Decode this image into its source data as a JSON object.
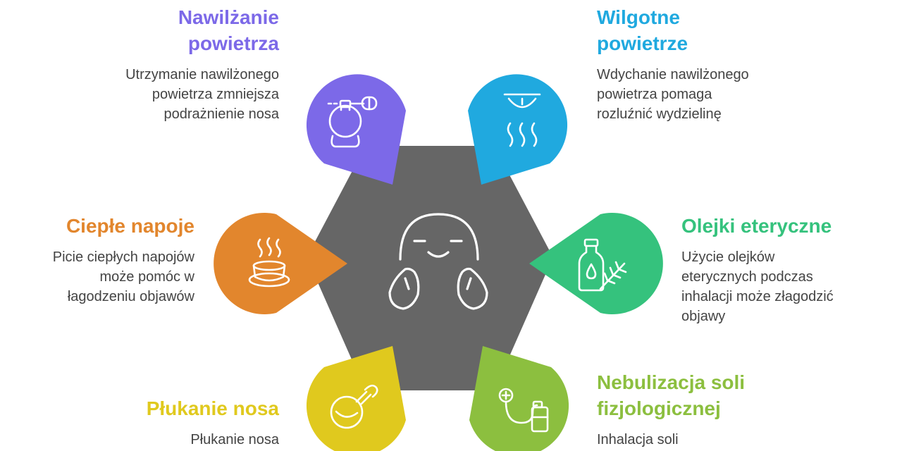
{
  "center": {
    "icon": "happy-face-icon"
  },
  "items": [
    {
      "key": "humidify",
      "color": "#7C69E8",
      "icon": "humidifier-icon",
      "title": [
        "Nawilżanie",
        "powietrza"
      ],
      "desc": [
        "Utrzymanie nawilżonego",
        "powietrza zmniejsza",
        "podrażnienie nosa"
      ]
    },
    {
      "key": "moist-air",
      "color": "#20A9DF",
      "icon": "steam-icon",
      "title": [
        "Wilgotne",
        "powietrze"
      ],
      "desc": [
        "Wdychanie nawilżonego",
        "powietrza pomaga",
        "rozluźnić wydzielinę"
      ]
    },
    {
      "key": "warm-drinks",
      "color": "#E2862D",
      "icon": "hot-drink-icon",
      "title": [
        "Ciepłe napoje"
      ],
      "desc": [
        "Picie ciepłych napojów",
        "może pomóc w",
        "łagodzeniu objawów"
      ]
    },
    {
      "key": "essential-oils",
      "color": "#35C27D",
      "icon": "oil-bottle-icon",
      "title": [
        "Olejki eteryczne"
      ],
      "desc": [
        "Użycie olejków",
        "eterycznych podczas",
        "inhalacji może złagodzić",
        "objawy"
      ]
    },
    {
      "key": "nasal-rinse",
      "color": "#E0C91E",
      "icon": "nasal-bulb-icon",
      "title": [
        "Płukanie nosa"
      ],
      "desc": [
        "Płukanie nosa"
      ]
    },
    {
      "key": "saline-nebulization",
      "color": "#8CBF3F",
      "icon": "nebulizer-icon",
      "title": [
        "Nebulizacja soli",
        "fizjologicznej"
      ],
      "desc": [
        "Inhalacja soli"
      ]
    }
  ]
}
